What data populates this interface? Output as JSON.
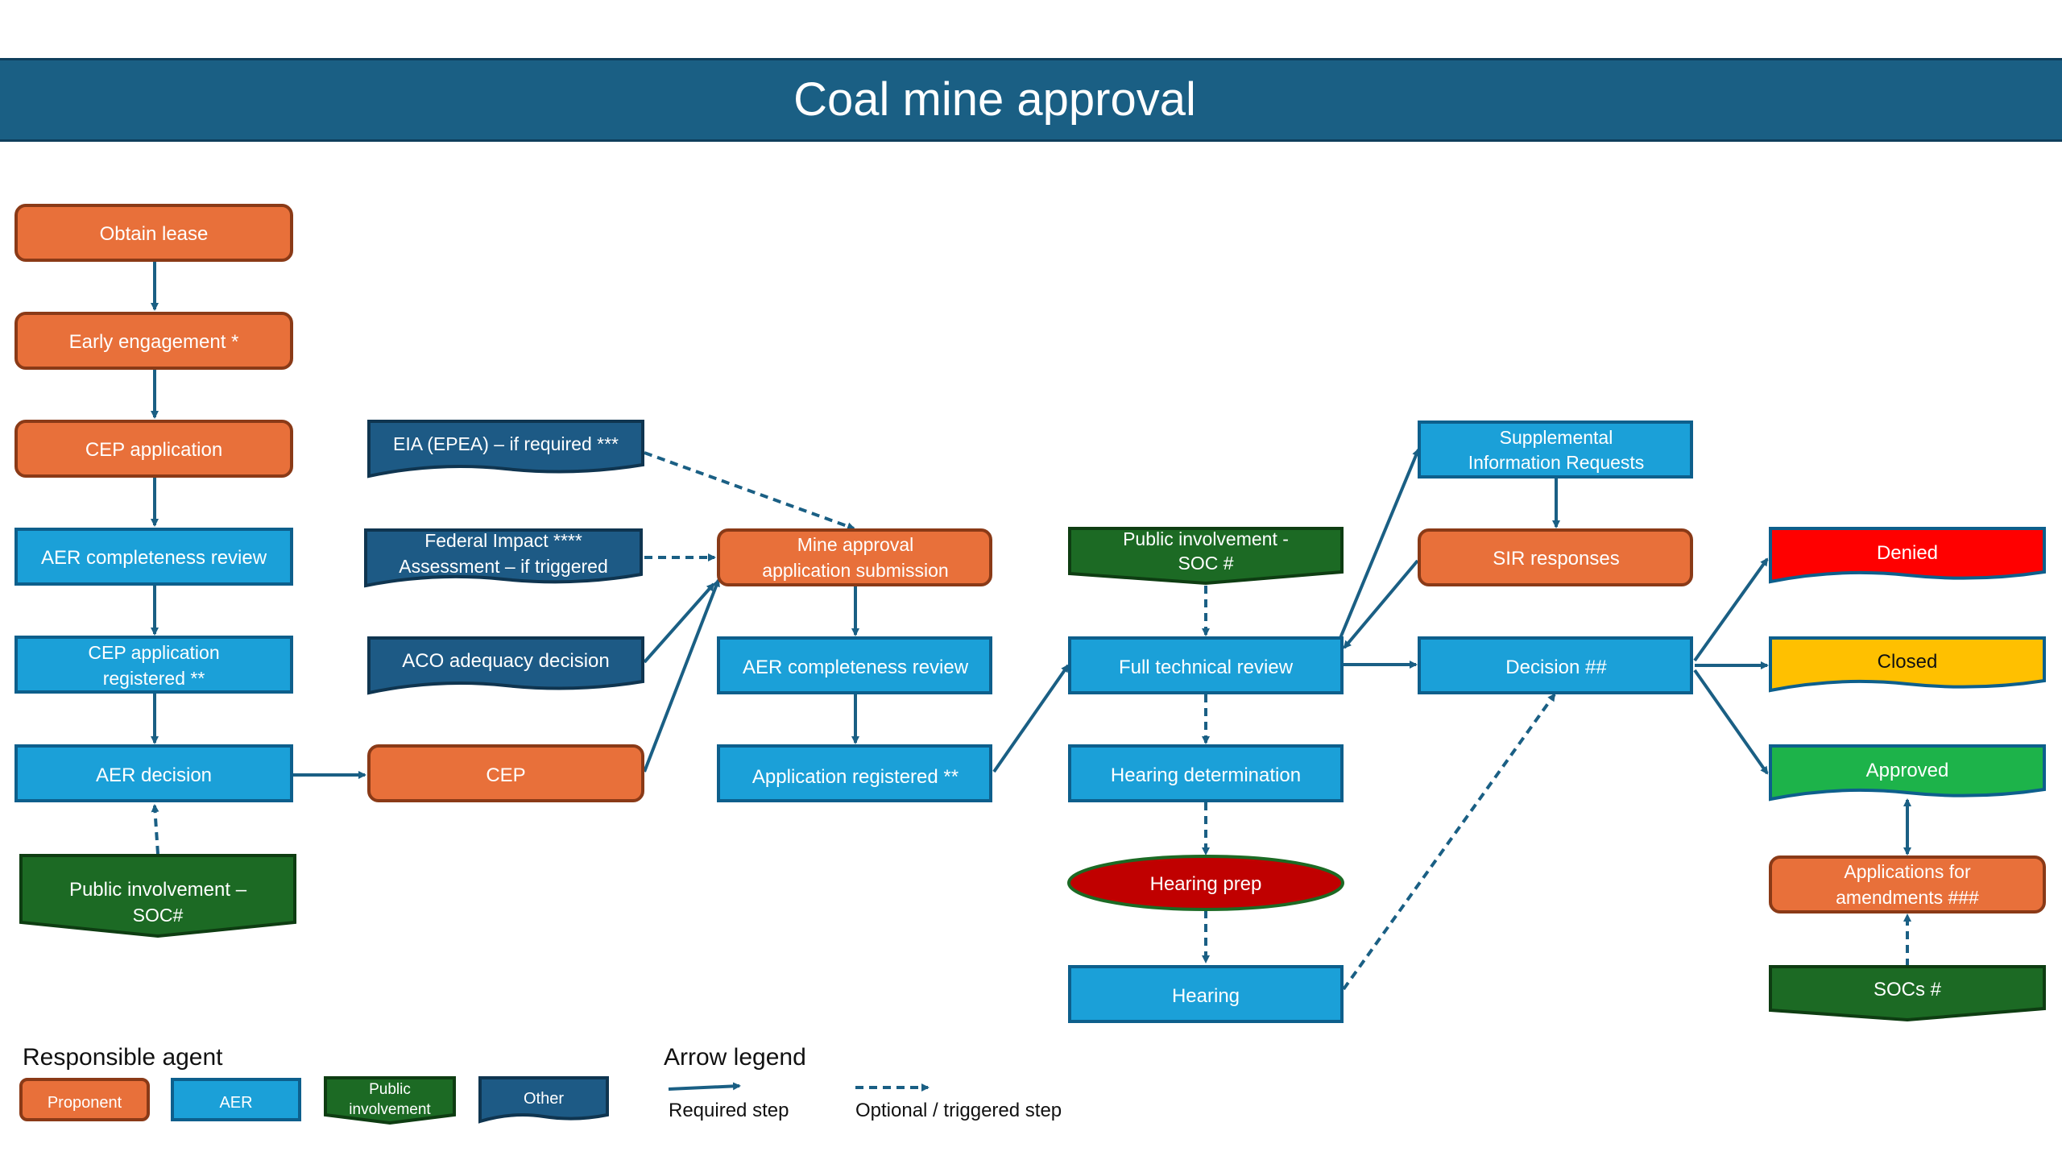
{
  "title": "Coal mine approval",
  "colors": {
    "proponent": "#e8703a",
    "proponent_border": "#8a3a17",
    "aer": "#1ba0d8",
    "aer_border": "#0d5f8c",
    "public": "#1c6a24",
    "public_border": "#0e3d12",
    "other": "#1d5a85",
    "other_border": "#0f3550",
    "denied": "#ff0000",
    "closed": "#ffc000",
    "approved": "#1db34a",
    "hearing_prep": "#c00000",
    "arrow": "#1a5f84"
  },
  "nodes": {
    "obtain_lease": "Obtain lease",
    "early_engagement": "Early engagement *",
    "cep_application": "CEP application",
    "aer_completeness_review_1": "AER completeness review",
    "cep_application_registered_1": "CEP application",
    "cep_application_registered_2": "registered **",
    "aer_decision": "AER decision",
    "public_involvement_soc_1_1": "Public involvement –",
    "public_involvement_soc_1_2": "SOC#",
    "eia_epea": "EIA (EPEA) – if required ***",
    "federal_impact_1": "Federal Impact ****",
    "federal_impact_2": "Assessment  – if triggered",
    "aco_adequacy": "ACO adequacy decision",
    "cep": "CEP",
    "mine_approval_1": "Mine approval",
    "mine_approval_2": "application submission",
    "aer_completeness_review_2": "AER completeness review",
    "application_registered": "Application registered **",
    "public_involvement_soc_2_1": "Public involvement -",
    "public_involvement_soc_2_2": "SOC #",
    "full_technical_review": "Full technical review",
    "hearing_determination": "Hearing determination",
    "hearing_prep": "Hearing prep",
    "hearing": "Hearing",
    "sir_1": "Supplemental",
    "sir_2": "Information Requests",
    "sir_responses": "SIR responses",
    "decision": "Decision ##",
    "denied": "Denied",
    "closed": "Closed",
    "approved": "Approved",
    "amendments_1": "Applications for",
    "amendments_2": "amendments ###",
    "socs": "SOCs #"
  },
  "legend": {
    "agent_title": "Responsible agent",
    "proponent": "Proponent",
    "aer": "AER",
    "public_1": "Public",
    "public_2": "involvement",
    "other": "Other",
    "arrow_title": "Arrow legend",
    "required": "Required step",
    "optional": "Optional / triggered step"
  }
}
